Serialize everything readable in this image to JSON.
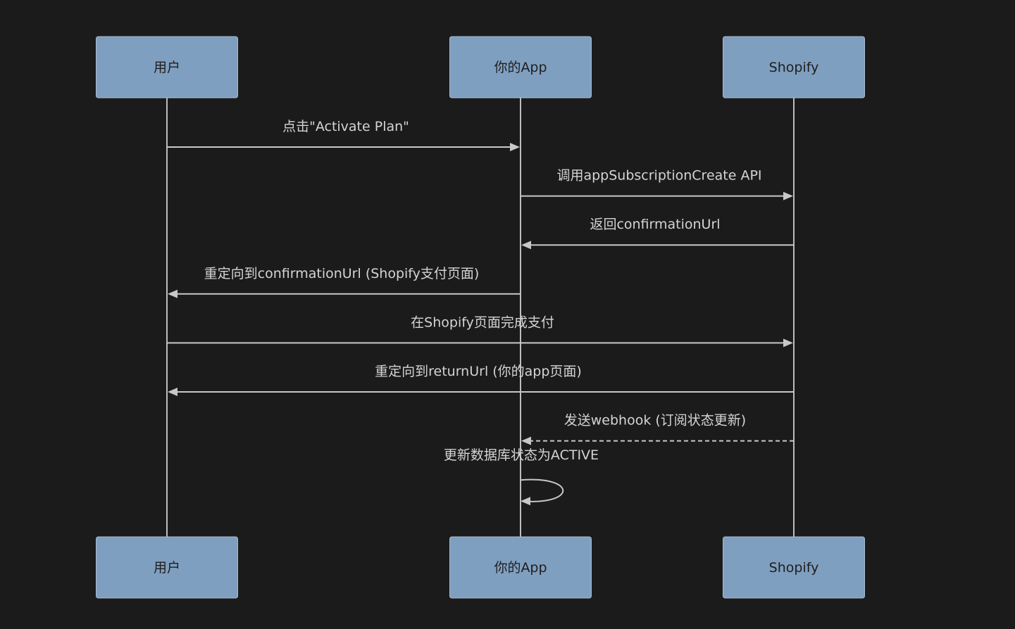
{
  "participants": [
    {
      "id": "user",
      "label": "用户"
    },
    {
      "id": "app",
      "label": "你的App"
    },
    {
      "id": "shopify",
      "label": "Shopify"
    }
  ],
  "messages": [
    {
      "from": "user",
      "to": "app",
      "label": "点击\"Activate Plan\"",
      "style": "solid"
    },
    {
      "from": "app",
      "to": "shopify",
      "label": "调用appSubscriptionCreate API",
      "style": "solid"
    },
    {
      "from": "shopify",
      "to": "app",
      "label": "返回confirmationUrl",
      "style": "solid"
    },
    {
      "from": "app",
      "to": "user",
      "label": "重定向到confirmationUrl (Shopify支付页面)",
      "style": "solid"
    },
    {
      "from": "user",
      "to": "shopify",
      "label": "在Shopify页面完成支付",
      "style": "solid"
    },
    {
      "from": "shopify",
      "to": "user",
      "label": "重定向到returnUrl (你的app页面)",
      "style": "solid"
    },
    {
      "from": "shopify",
      "to": "app",
      "label": "发送webhook (订阅状态更新)",
      "style": "dashed"
    },
    {
      "from": "app",
      "to": "app",
      "label": "更新数据库状态为ACTIVE",
      "style": "solid"
    }
  ],
  "colors": {
    "background": "#1b1b1b",
    "actor_fill": "#7f9fc0",
    "line": "#c8c8c8",
    "text": "#d4d4d4"
  }
}
